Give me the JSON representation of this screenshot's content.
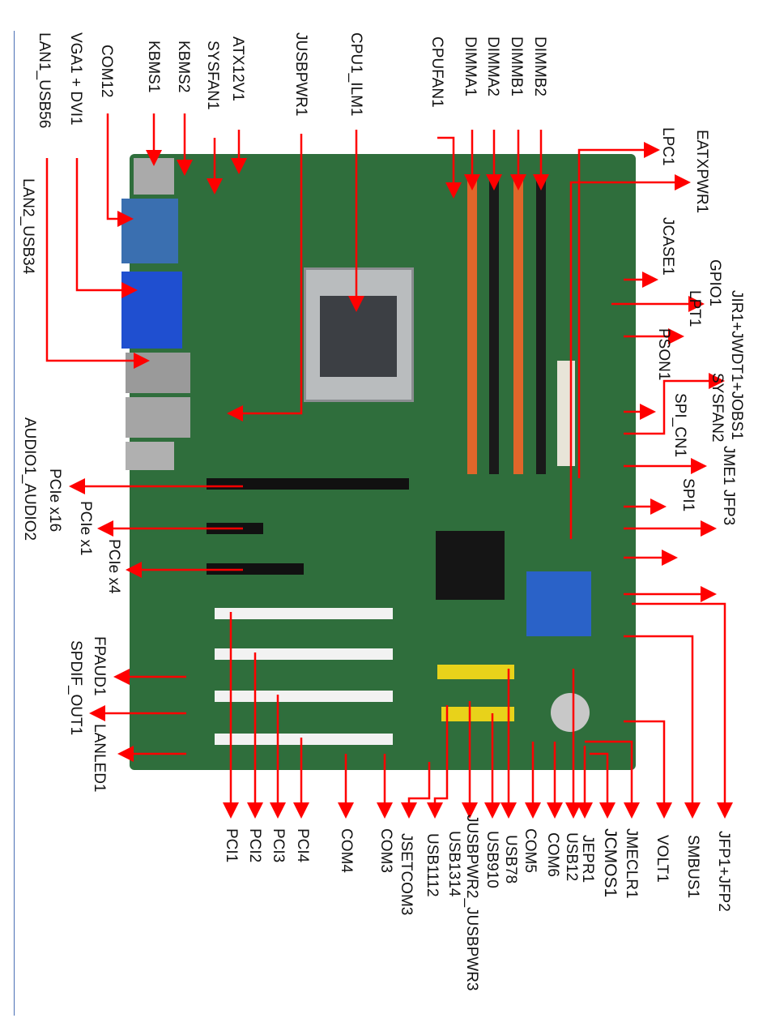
{
  "labels": {
    "top": [
      "LAN1_USB56",
      "VGA1 + DVI1",
      "COM12",
      "KBMS1",
      "KBMS2",
      "SYSFAN1",
      "ATX12V1",
      "JUSBPWR1",
      "CPU1_ILM1",
      "CPUFAN1",
      "DIMMA1",
      "DIMMA2",
      "DIMMB1",
      "DIMMB2"
    ],
    "right": [
      "LPC1",
      "EATXPWR1",
      "JCASE1",
      "GPIO1",
      "LPT1",
      "JIR1+JWDT1+JOBS1",
      "PSON1",
      "SYSFAN2",
      "SPI_CN1",
      "JME1 JFP3",
      "SPI1"
    ],
    "left": [
      "LAN2_USB34",
      "AUDIO1_AUDIO2",
      "PCIe  x16",
      "PCIe  x1",
      "PCIe  x4",
      "FPAUD1",
      "SPDIF_OUT1",
      "LANLED1"
    ],
    "bottom": [
      "PCI1",
      "PCI2",
      "PCI3",
      "PCI4",
      "COM4",
      "COM3",
      "JSETCOM3",
      "USB1112",
      "USB1314",
      "JUSBPWR2_JUSBPWR3",
      "USB910",
      "USB78",
      "COM5",
      "COM6",
      "USB12",
      "JEPR1",
      "JCMOS1",
      "JMECLR1",
      "VOLT1",
      "SMBUS1",
      "JFP1+JFP2"
    ]
  },
  "colors": {
    "board": "#2f6e3c",
    "arrow": "#ff0000",
    "dimm_orange": "#e0662a",
    "text": "#111111"
  }
}
